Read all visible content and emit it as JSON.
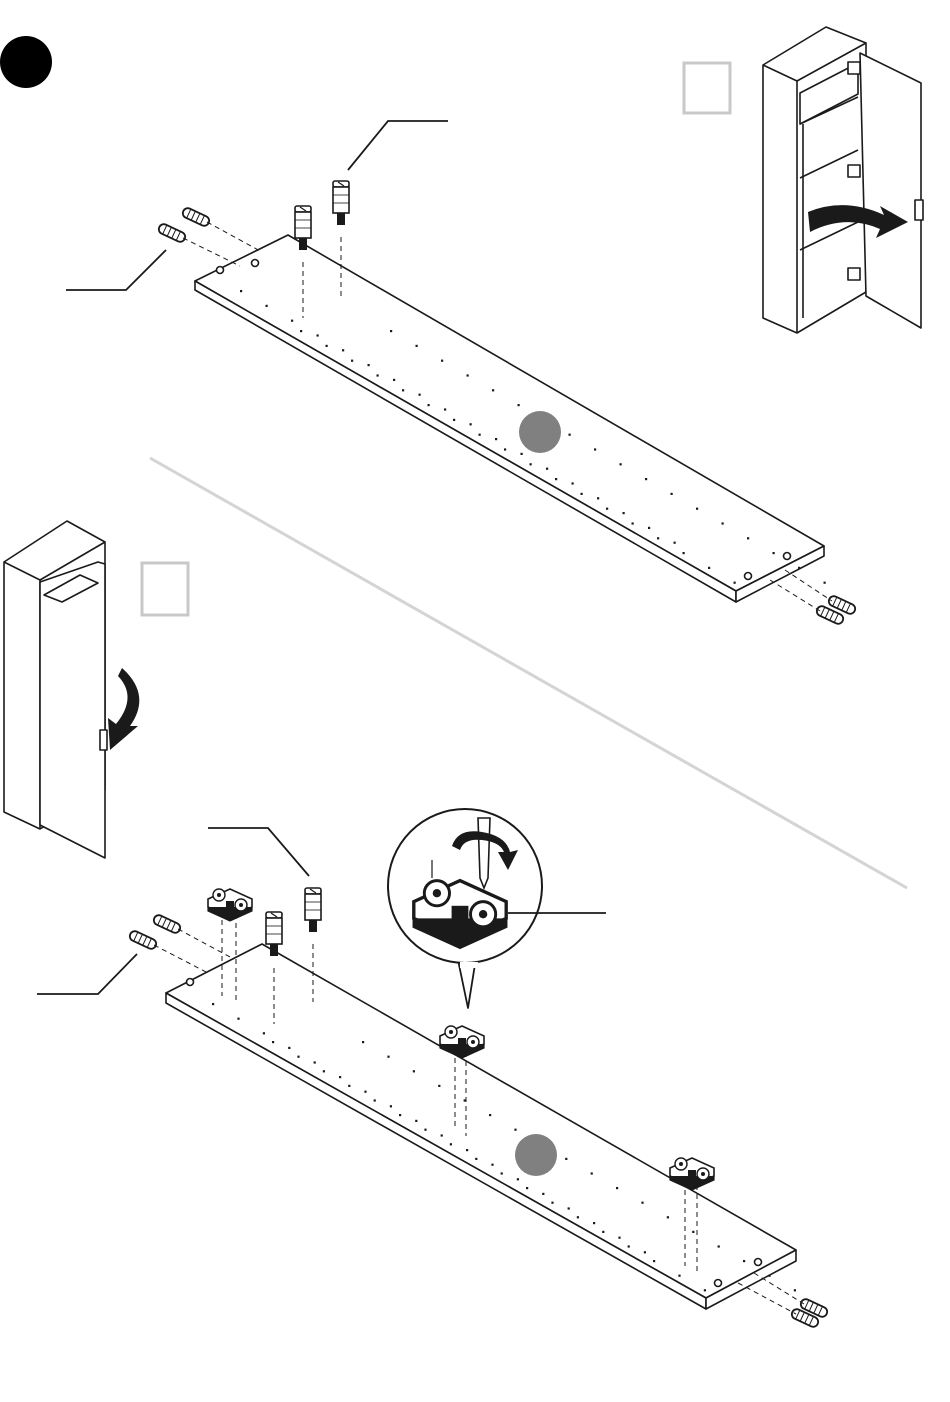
{
  "colors": {
    "ink": "#1a1a1a",
    "panel_fill": "#ffffff",
    "part_marker": "#808080",
    "divider": "#d4d4d4",
    "checkbox_border": "#c8c8c8",
    "step_badge": "#000000"
  },
  "icons": {
    "step_badge": "filled-circle",
    "variant_checkbox": "empty-square",
    "part_marker": "grey-circle",
    "open_arrow_right": "curved-arrow-right",
    "open_arrow_left": "curved-arrow-left",
    "hinge_rotate": "rotate-arrow"
  },
  "step": {
    "number": "",
    "variants": [
      {
        "name": "right-hinged",
        "checkbox_label": ""
      },
      {
        "name": "left-hinged",
        "checkbox_label": ""
      }
    ],
    "callouts": {
      "dowel": "",
      "cam_bolt": "",
      "hinge_plate": ""
    },
    "part_labels": {
      "panel_upper": "",
      "panel_lower": ""
    }
  }
}
